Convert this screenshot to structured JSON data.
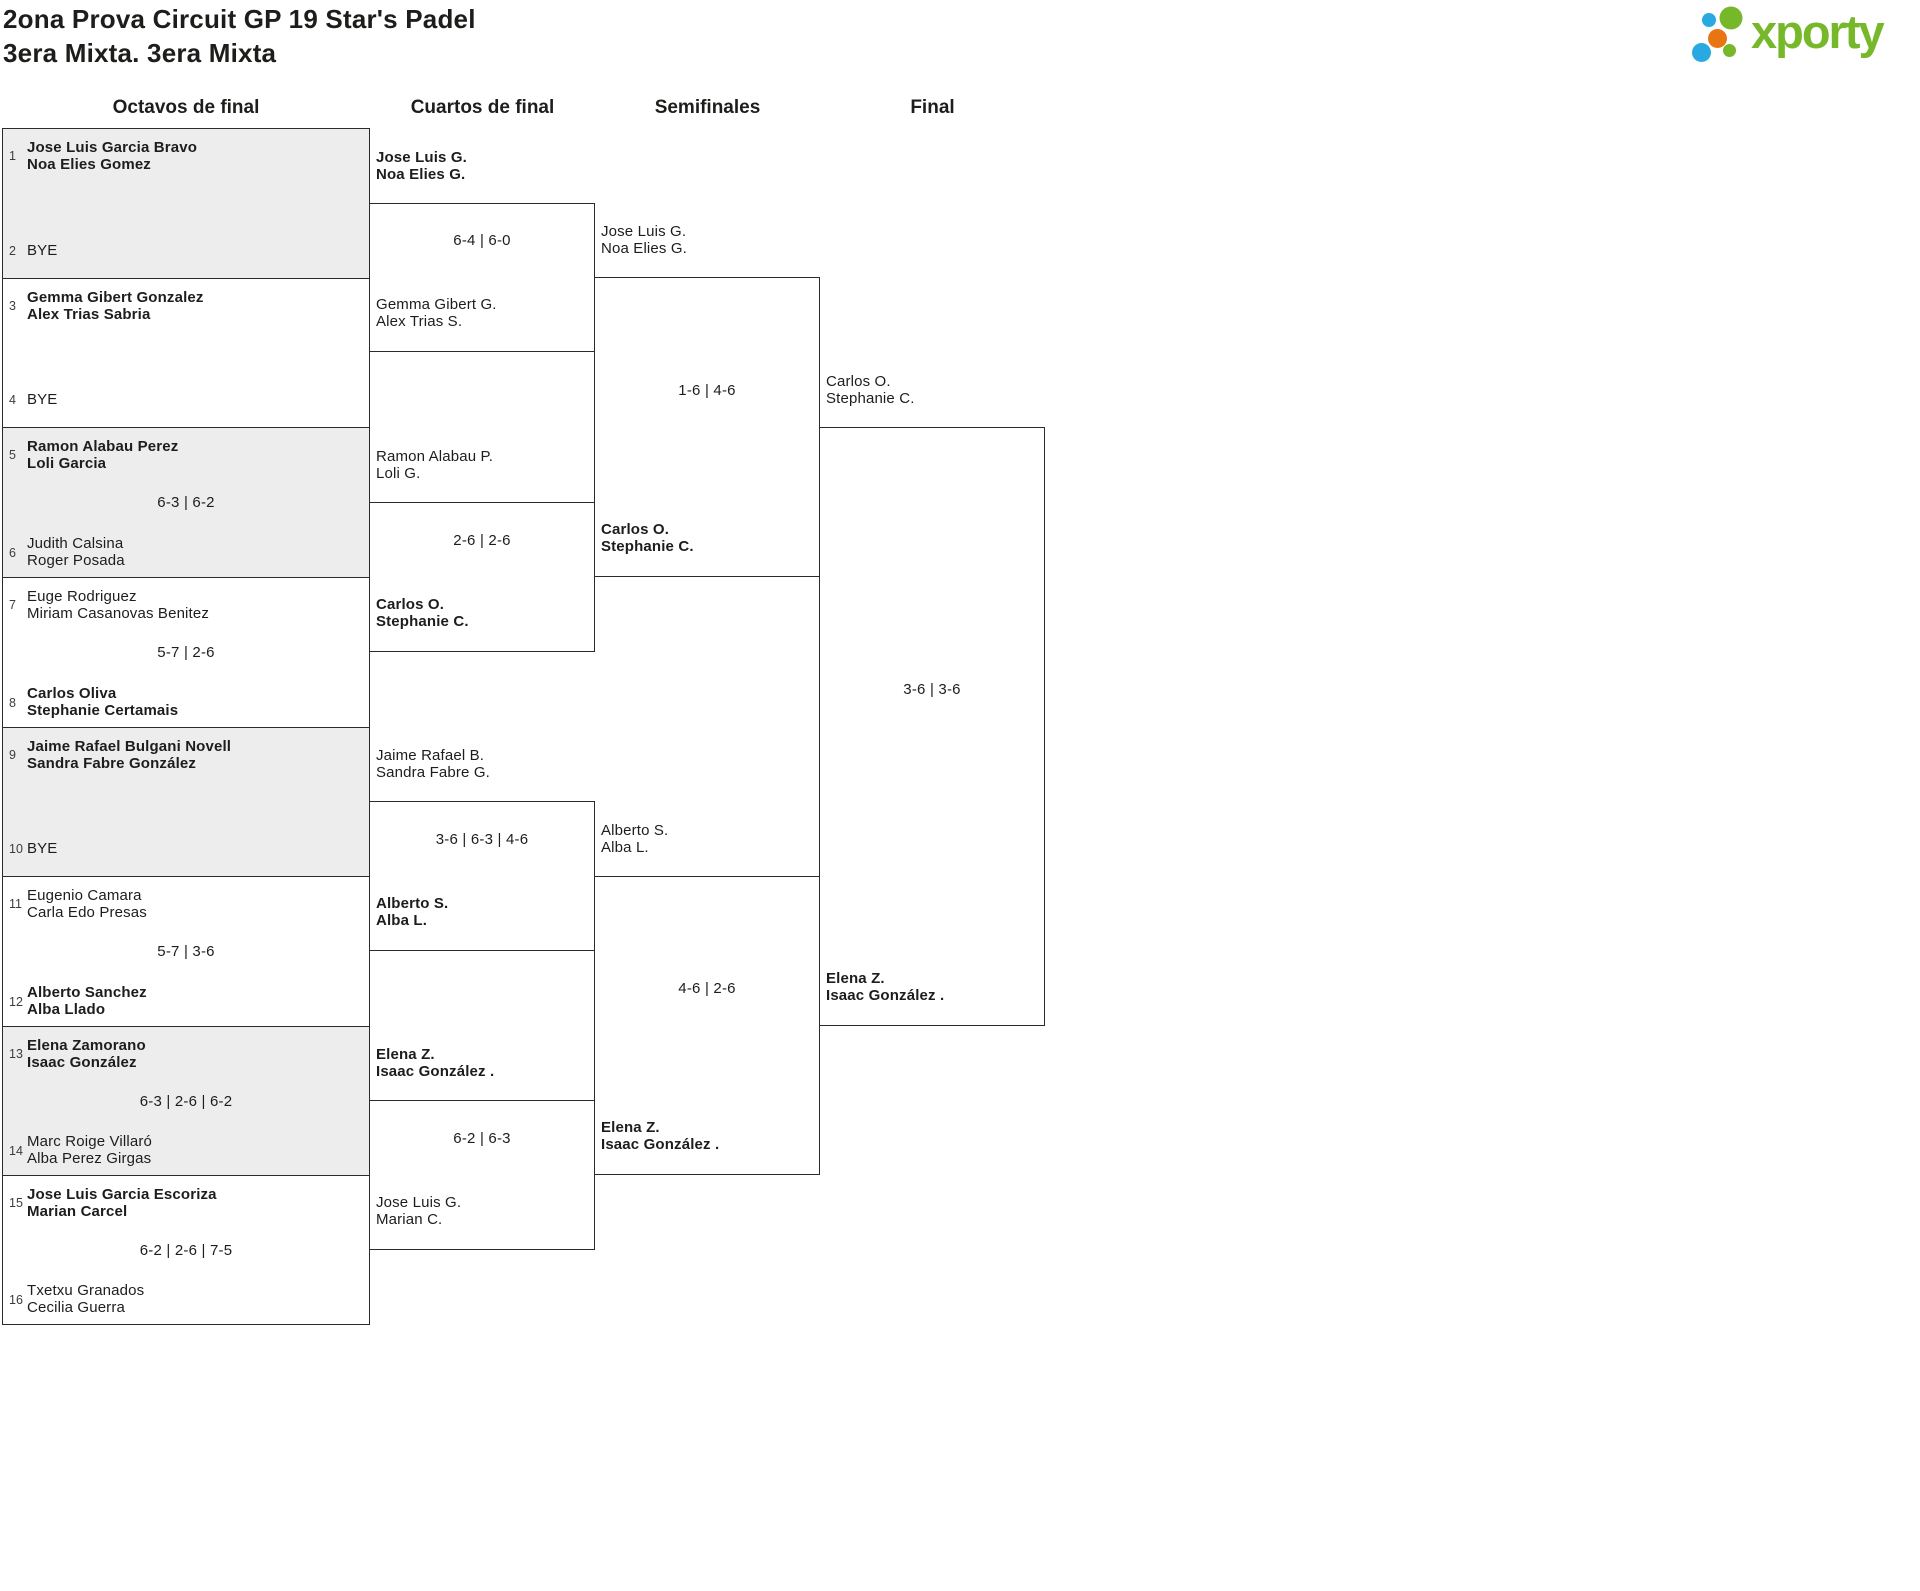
{
  "page": {
    "title": "2ona Prova Circuit GP 19 Star's Padel",
    "subtitle": "3era Mixta. 3era Mixta"
  },
  "logo": {
    "text": "xporty",
    "green": "#76b82a",
    "blue": "#29a9e1",
    "orange": "#e87511"
  },
  "colors": {
    "border": "#2b2b2b",
    "shaded_row": "#ededed",
    "text": "#1d1d1b"
  },
  "round_labels": [
    "Octavos de final",
    "Cuartos de final",
    "Semifinales",
    "Final"
  ],
  "octavos": [
    {
      "seed_top": "1",
      "top": "Jose Luis Garcia Bravo\nNoa Elies Gomez",
      "top_winner": true,
      "seed_bottom": "2",
      "bottom": "BYE",
      "bottom_winner": false,
      "bye": true,
      "score": ""
    },
    {
      "seed_top": "3",
      "top": "Gemma Gibert Gonzalez\nAlex Trias Sabria",
      "top_winner": true,
      "seed_bottom": "4",
      "bottom": "BYE",
      "bottom_winner": false,
      "bye": true,
      "score": ""
    },
    {
      "seed_top": "5",
      "top": "Ramon Alabau Perez\nLoli Garcia",
      "top_winner": true,
      "seed_bottom": "6",
      "bottom": "Judith Calsina\nRoger Posada",
      "bottom_winner": false,
      "bye": false,
      "score": "6-3 | 6-2"
    },
    {
      "seed_top": "7",
      "top": "Euge Rodriguez\nMiriam Casanovas Benitez",
      "top_winner": false,
      "seed_bottom": "8",
      "bottom": "Carlos Oliva\nStephanie Certamais",
      "bottom_winner": true,
      "bye": false,
      "score": "5-7 | 2-6"
    },
    {
      "seed_top": "9",
      "top": "Jaime Rafael Bulgani Novell\nSandra Fabre González",
      "top_winner": true,
      "seed_bottom": "10",
      "bottom": "BYE",
      "bottom_winner": false,
      "bye": true,
      "score": ""
    },
    {
      "seed_top": "11",
      "top": "Eugenio Camara\nCarla Edo Presas",
      "top_winner": false,
      "seed_bottom": "12",
      "bottom": "Alberto Sanchez\nAlba Llado",
      "bottom_winner": true,
      "bye": false,
      "score": "5-7 | 3-6"
    },
    {
      "seed_top": "13",
      "top": "Elena Zamorano\nIsaac González",
      "top_winner": true,
      "seed_bottom": "14",
      "bottom": "Marc Roige Villaró\nAlba Perez Girgas",
      "bottom_winner": false,
      "bye": false,
      "score": "6-3 | 2-6 | 6-2"
    },
    {
      "seed_top": "15",
      "top": "Jose Luis Garcia Escoriza\nMarian Carcel",
      "top_winner": true,
      "seed_bottom": "16",
      "bottom": "Txetxu Granados\nCecilia Guerra",
      "bottom_winner": false,
      "bye": false,
      "score": "6-2 | 2-6 | 7-5"
    }
  ],
  "cuartos": [
    {
      "top": "Jose Luis G.\nNoa Elies G.",
      "top_winner": true,
      "bottom": "Gemma Gibert G.\nAlex Trias S.",
      "bottom_winner": false,
      "score": "6-4 | 6-0"
    },
    {
      "top": "Ramon Alabau P.\nLoli G.",
      "top_winner": false,
      "bottom": "Carlos O.\nStephanie C.",
      "bottom_winner": true,
      "score": "2-6 | 2-6"
    },
    {
      "top": "Jaime Rafael B.\nSandra Fabre G.",
      "top_winner": false,
      "bottom": "Alberto S.\nAlba L.",
      "bottom_winner": true,
      "score": "3-6 | 6-3 | 4-6"
    },
    {
      "top": "Elena Z.\nIsaac González .",
      "top_winner": true,
      "bottom": "Jose Luis G.\nMarian C.",
      "bottom_winner": false,
      "score": "6-2 | 6-3"
    }
  ],
  "semifinales": [
    {
      "top": "Jose Luis G.\nNoa Elies G.",
      "top_winner": false,
      "bottom": "Carlos O.\nStephanie C.",
      "bottom_winner": true,
      "score": "1-6 | 4-6"
    },
    {
      "top": "Alberto S.\nAlba L.",
      "top_winner": false,
      "bottom": "Elena Z.\nIsaac González .",
      "bottom_winner": true,
      "score": "4-6 | 2-6"
    }
  ],
  "final": {
    "top": "Carlos O.\nStephanie C.",
    "top_winner": false,
    "bottom": "Elena Z.\nIsaac González .",
    "bottom_winner": true,
    "score": "3-6 | 3-6"
  }
}
